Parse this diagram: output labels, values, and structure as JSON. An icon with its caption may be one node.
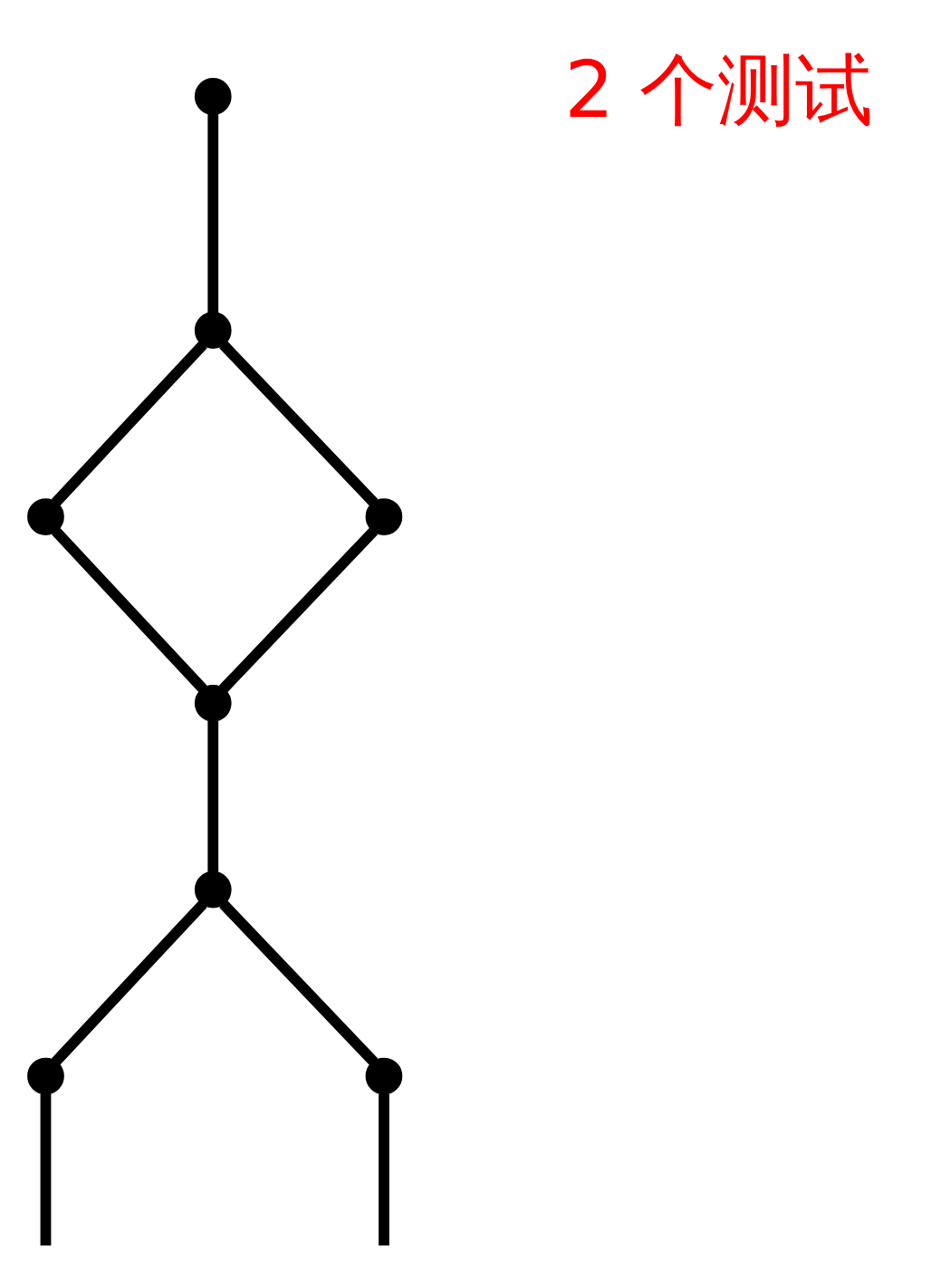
{
  "diagram": {
    "nodes": [
      {
        "text": [],
        "shape": "circle"
      },
      {
        "text": [],
        "shape": "circle"
      },
      {
        "text": [],
        "shape": "circle"
      },
      {
        "text": [],
        "shape": "circle"
      },
      {
        "text": [],
        "shape": "circle"
      },
      {
        "text": [],
        "shape": "circle"
      },
      {
        "text": [],
        "shape": "circle"
      },
      {
        "text": [],
        "shape": "circle"
      }
    ],
    "edges": [
      {
        "from": 0,
        "to": 1,
        "arrow": "none"
      },
      {
        "from": 1,
        "to": 2,
        "arrow": "none"
      },
      {
        "from": 1,
        "to": 3,
        "arrow": "none"
      },
      {
        "from": 2,
        "to": 4,
        "arrow": "none"
      },
      {
        "from": 3,
        "to": 4,
        "arrow": "none"
      },
      {
        "from": 4,
        "to": 5,
        "arrow": "none"
      },
      {
        "from": 5,
        "to": 6,
        "arrow": "none"
      },
      {
        "from": 5,
        "to": 7,
        "arrow": "none"
      },
      {
        "from": 6,
        "to": null,
        "arrow": "none"
      },
      {
        "from": 7,
        "to": null,
        "arrow": "none"
      }
    ],
    "labels": [
      "2 个测试"
    ]
  }
}
